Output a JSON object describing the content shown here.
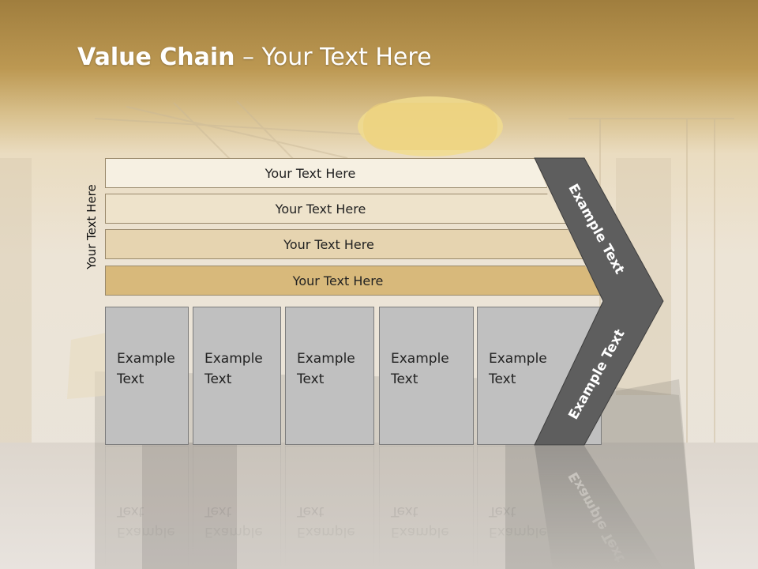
{
  "title": {
    "bold": "Value Chain",
    "rest": " – Your Text Here"
  },
  "side_label": "Your Text Here",
  "bands": [
    "Your Text Here",
    "Your Text Here",
    "Your Text Here",
    "Your Text Here"
  ],
  "boxes": [
    {
      "line1": "Example",
      "line2": "Text"
    },
    {
      "line1": "Example",
      "line2": "Text"
    },
    {
      "line1": "Example",
      "line2": "Text"
    },
    {
      "line1": "Example",
      "line2": "Text"
    },
    {
      "line1": "Example",
      "line2": "Text"
    }
  ],
  "chevron": {
    "upper": "Example Text",
    "lower": "Example Text"
  },
  "colors": {
    "title_bar": "#b8954a",
    "chevron": "#5e5e5e",
    "band_light": "#f6f0e2",
    "band_dark": "#d8b97b",
    "box": "#c0c0c0"
  }
}
